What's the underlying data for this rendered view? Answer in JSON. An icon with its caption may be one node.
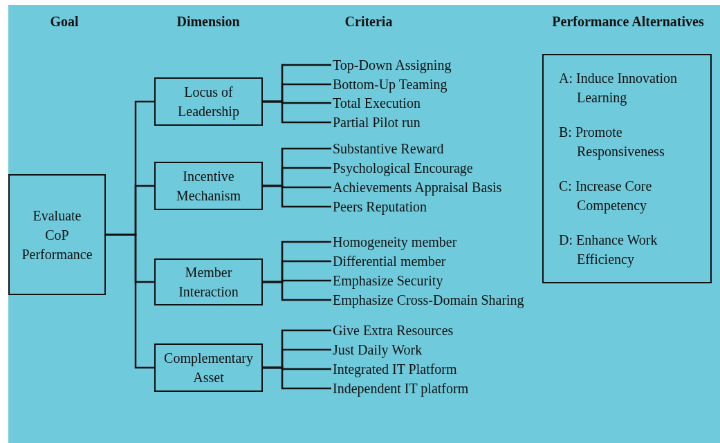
{
  "diagram": {
    "nodes": [
      {
        "text": [
          "Evaluate CoP Performance"
        ]
      },
      {
        "text": [
          "Locus of Leadership"
        ]
      },
      {
        "text": [
          "Top-Down Assigning"
        ]
      },
      {
        "text": [
          "Bottom-Up Teaming"
        ]
      },
      {
        "text": [
          "Total Execution"
        ]
      },
      {
        "text": [
          "Partial Pilot run"
        ]
      },
      {
        "text": [
          "Incentive Mechanism"
        ]
      },
      {
        "text": [
          "Substantive Reward"
        ]
      },
      {
        "text": [
          "Psychological Encourage"
        ]
      },
      {
        "text": [
          "Achievements Appraisal Basis"
        ]
      },
      {
        "text": [
          "Peers Reputation"
        ]
      },
      {
        "text": [
          "Member Interaction"
        ]
      },
      {
        "text": [
          "Homogeneity member"
        ]
      },
      {
        "text": [
          "Differential member"
        ]
      },
      {
        "text": [
          "Emphasize Security"
        ]
      },
      {
        "text": [
          "Emphasize Cross-Domain Sharing"
        ]
      },
      {
        "text": [
          "Complementary Asset"
        ]
      },
      {
        "text": [
          "Give Extra Resources"
        ]
      },
      {
        "text": [
          "Just Daily Work"
        ]
      },
      {
        "text": [
          "Integrated IT Platform"
        ]
      },
      {
        "text": [
          "Independent IT platform"
        ]
      },
      {
        "text": [
          "A: Induce Innovation Learning",
          "B: Promote Responsiveness",
          "C: Increase Core Competency",
          "D: Enhance Work Efficiency"
        ]
      }
    ],
    "edges": [
      {
        "from": 0,
        "to": 1,
        "arrow": "none"
      },
      {
        "from": 0,
        "to": 6,
        "arrow": "none"
      },
      {
        "from": 0,
        "to": 11,
        "arrow": "none"
      },
      {
        "from": 0,
        "to": 16,
        "arrow": "none"
      },
      {
        "from": 1,
        "to": 2,
        "arrow": "none"
      },
      {
        "from": 1,
        "to": 3,
        "arrow": "none"
      },
      {
        "from": 1,
        "to": 4,
        "arrow": "none"
      },
      {
        "from": 1,
        "to": 5,
        "arrow": "none"
      },
      {
        "from": 6,
        "to": 7,
        "arrow": "none"
      },
      {
        "from": 6,
        "to": 8,
        "arrow": "none"
      },
      {
        "from": 6,
        "to": 9,
        "arrow": "none"
      },
      {
        "from": 6,
        "to": 10,
        "arrow": "none"
      },
      {
        "from": 11,
        "to": 12,
        "arrow": "none"
      },
      {
        "from": 11,
        "to": 13,
        "arrow": "none"
      },
      {
        "from": 11,
        "to": 14,
        "arrow": "none"
      },
      {
        "from": 11,
        "to": 15,
        "arrow": "none"
      },
      {
        "from": 16,
        "to": 17,
        "arrow": "none"
      },
      {
        "from": 16,
        "to": 18,
        "arrow": "none"
      },
      {
        "from": 16,
        "to": 19,
        "arrow": "none"
      },
      {
        "from": 16,
        "to": 20,
        "arrow": "none"
      }
    ],
    "labels": [
      "Goal",
      "Dimension",
      "Criteria",
      "Performance Alternatives"
    ]
  }
}
